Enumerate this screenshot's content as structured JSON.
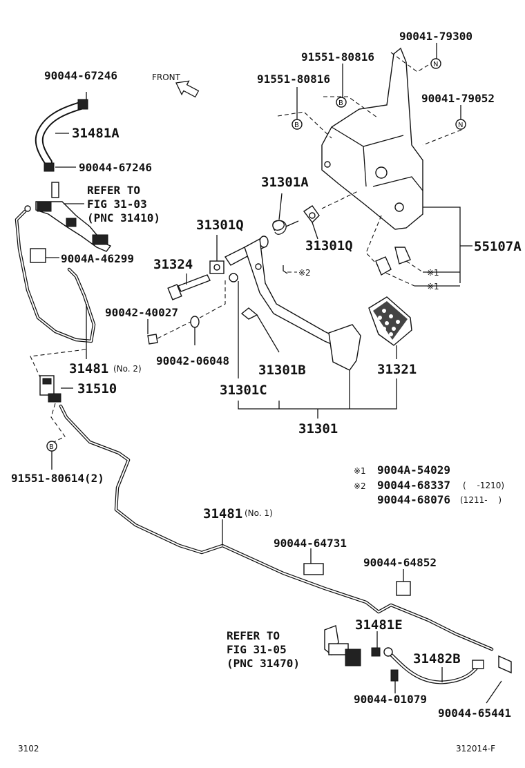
{
  "front_label": "FRONT",
  "labels": {
    "l_90044_67246_top": "90044-67246",
    "l_31481A": "31481A",
    "l_90044_67246_mid": "90044-67246",
    "refer1_line1": "REFER TO",
    "refer1_line2": "FIG 31-03",
    "refer1_line3": "(PNC 31410)",
    "l_9004A_46299": "9004A-46299",
    "l_31481_no2": "31481",
    "l_31481_no2_suffix": "(No. 2)",
    "l_31510": "31510",
    "l_91551_80614": "91551-80614(2)",
    "l_90041_79300": "90041-79300",
    "l_91551_80816_a": "91551-80816",
    "l_91551_80816_b": "91551-80816",
    "l_90041_79052": "90041-79052",
    "l_31301A": "31301A",
    "l_31301Q_a": "31301Q",
    "l_31301Q_b": "31301Q",
    "l_31324": "31324",
    "l_55107A": "55107A",
    "l_mark1_a": "※1",
    "l_mark1_b": "※1",
    "l_mark2": "※2",
    "l_90042_40027": "90042-40027",
    "l_90042_06048": "90042-06048",
    "l_31301B": "31301B",
    "l_31321": "31321",
    "l_31301C": "31301C",
    "l_31301": "31301",
    "legend_1_mark": "※1",
    "legend_1_part": "9004A-54029",
    "legend_2_mark": "※2",
    "legend_2_part": "90044-68337",
    "legend_2_range": "(　 -1210)",
    "legend_3_part": "90044-68076",
    "legend_3_range": "(1211-　 )",
    "l_31481_no1": "31481",
    "l_31481_no1_suffix": "(No. 1)",
    "l_90044_64731": "90044-64731",
    "l_90044_64852": "90044-64852",
    "refer2_line1": "REFER TO",
    "refer2_line2": "FIG 31-05",
    "refer2_line3": "(PNC 31470)",
    "l_31481E": "31481E",
    "l_31482B": "31482B",
    "l_90044_01079": "90044-01079",
    "l_90044_65441": "90044-65441",
    "marker_B": "B",
    "marker_N": "N"
  },
  "footer": {
    "left": "3102",
    "right": "312014-F"
  }
}
